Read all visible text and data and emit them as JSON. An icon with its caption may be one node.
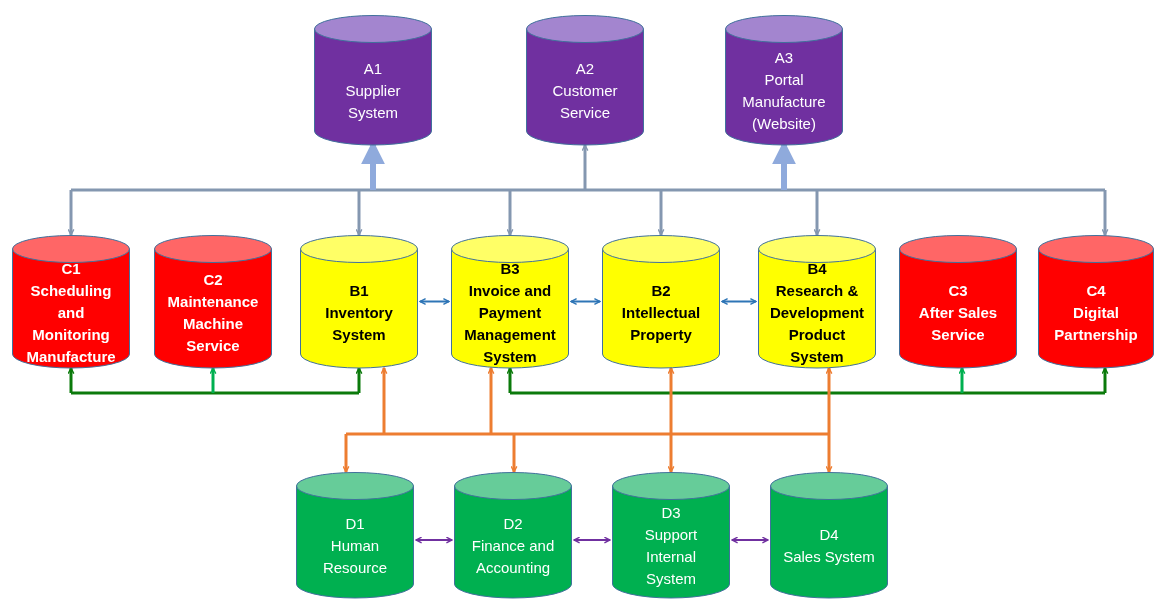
{
  "diagram": {
    "nodes": [
      {
        "text": [
          "A1",
          "Supplier System"
        ]
      },
      {
        "text": [
          "A2",
          "Customer Service"
        ]
      },
      {
        "text": [
          "A3",
          "Portal Manufacture (Website)"
        ]
      },
      {
        "text": [
          "C1",
          "Scheduling and Monitoring Manufacture"
        ]
      },
      {
        "text": [
          "C2",
          "Maintenance Machine Service"
        ]
      },
      {
        "text": [
          "B1",
          "Inventory System"
        ]
      },
      {
        "text": [
          "B3",
          "Invoice and Payment Management System"
        ]
      },
      {
        "text": [
          "B2",
          "Intellectual Property"
        ]
      },
      {
        "text": [
          "B4",
          "Research & Development Product System"
        ]
      },
      {
        "text": [
          "C3",
          "After Sales Service"
        ]
      },
      {
        "text": [
          "C4",
          "Digital Partnership"
        ]
      },
      {
        "text": [
          "D1",
          "Human Resource"
        ]
      },
      {
        "text": [
          "D2",
          "Finance and Accounting"
        ]
      },
      {
        "text": [
          "D3",
          "Support Internal System"
        ]
      },
      {
        "text": [
          "D4",
          "Sales System"
        ]
      }
    ],
    "edges": [
      {
        "from": null,
        "to": 0,
        "arrow": "to",
        "style": "thick",
        "color": "#8faadc"
      },
      {
        "from": null,
        "to": 1,
        "arrow": "to",
        "color": "#8497b0"
      },
      {
        "from": null,
        "to": 2,
        "arrow": "to",
        "style": "thick",
        "color": "#8faadc"
      },
      {
        "from": null,
        "to": 3,
        "arrow": "to",
        "color": "#8497b0"
      },
      {
        "from": null,
        "to": 5,
        "arrow": "to",
        "color": "#8497b0"
      },
      {
        "from": null,
        "to": 6,
        "arrow": "to",
        "color": "#8497b0"
      },
      {
        "from": null,
        "to": 7,
        "arrow": "to",
        "color": "#8497b0"
      },
      {
        "from": null,
        "to": 8,
        "arrow": "to",
        "color": "#8497b0"
      },
      {
        "from": null,
        "to": 10,
        "arrow": "to",
        "color": "#8497b0"
      },
      {
        "from": 5,
        "to": 6,
        "arrow": "both",
        "color": "#2e75b6"
      },
      {
        "from": 6,
        "to": 7,
        "arrow": "both",
        "color": "#2e75b6"
      },
      {
        "from": 7,
        "to": 8,
        "arrow": "both",
        "color": "#2e75b6"
      },
      {
        "from": null,
        "to": 3,
        "arrow": "to",
        "color": "#0b7a0b"
      },
      {
        "from": null,
        "to": 4,
        "arrow": "to",
        "color": "#00b050"
      },
      {
        "from": null,
        "to": 5,
        "arrow": "to",
        "color": "#0b7a0b"
      },
      {
        "from": null,
        "to": 6,
        "arrow": "to",
        "color": "#0b7a0b"
      },
      {
        "from": null,
        "to": 9,
        "arrow": "to",
        "color": "#00b050"
      },
      {
        "from": null,
        "to": 10,
        "arrow": "to",
        "color": "#0b7a0b"
      },
      {
        "from": null,
        "to": 5,
        "arrow": "to",
        "color": "#ed7d31"
      },
      {
        "from": null,
        "to": 6,
        "arrow": "to",
        "color": "#ed7d31"
      },
      {
        "from": null,
        "to": 7,
        "arrow": "to",
        "color": "#ed7d31"
      },
      {
        "from": null,
        "to": 8,
        "arrow": "to",
        "color": "#ed7d31"
      },
      {
        "from": null,
        "to": 11,
        "arrow": "to",
        "color": "#ed7d31"
      },
      {
        "from": null,
        "to": 12,
        "arrow": "to",
        "color": "#ed7d31"
      },
      {
        "from": null,
        "to": 13,
        "arrow": "to",
        "color": "#ed7d31"
      },
      {
        "from": null,
        "to": 14,
        "arrow": "to",
        "color": "#ed7d31"
      },
      {
        "from": 11,
        "to": 12,
        "arrow": "both",
        "color": "#7030a0"
      },
      {
        "from": 12,
        "to": 13,
        "arrow": "both",
        "color": "#7030a0"
      },
      {
        "from": 13,
        "to": 14,
        "arrow": "both",
        "color": "#7030a0"
      }
    ]
  }
}
